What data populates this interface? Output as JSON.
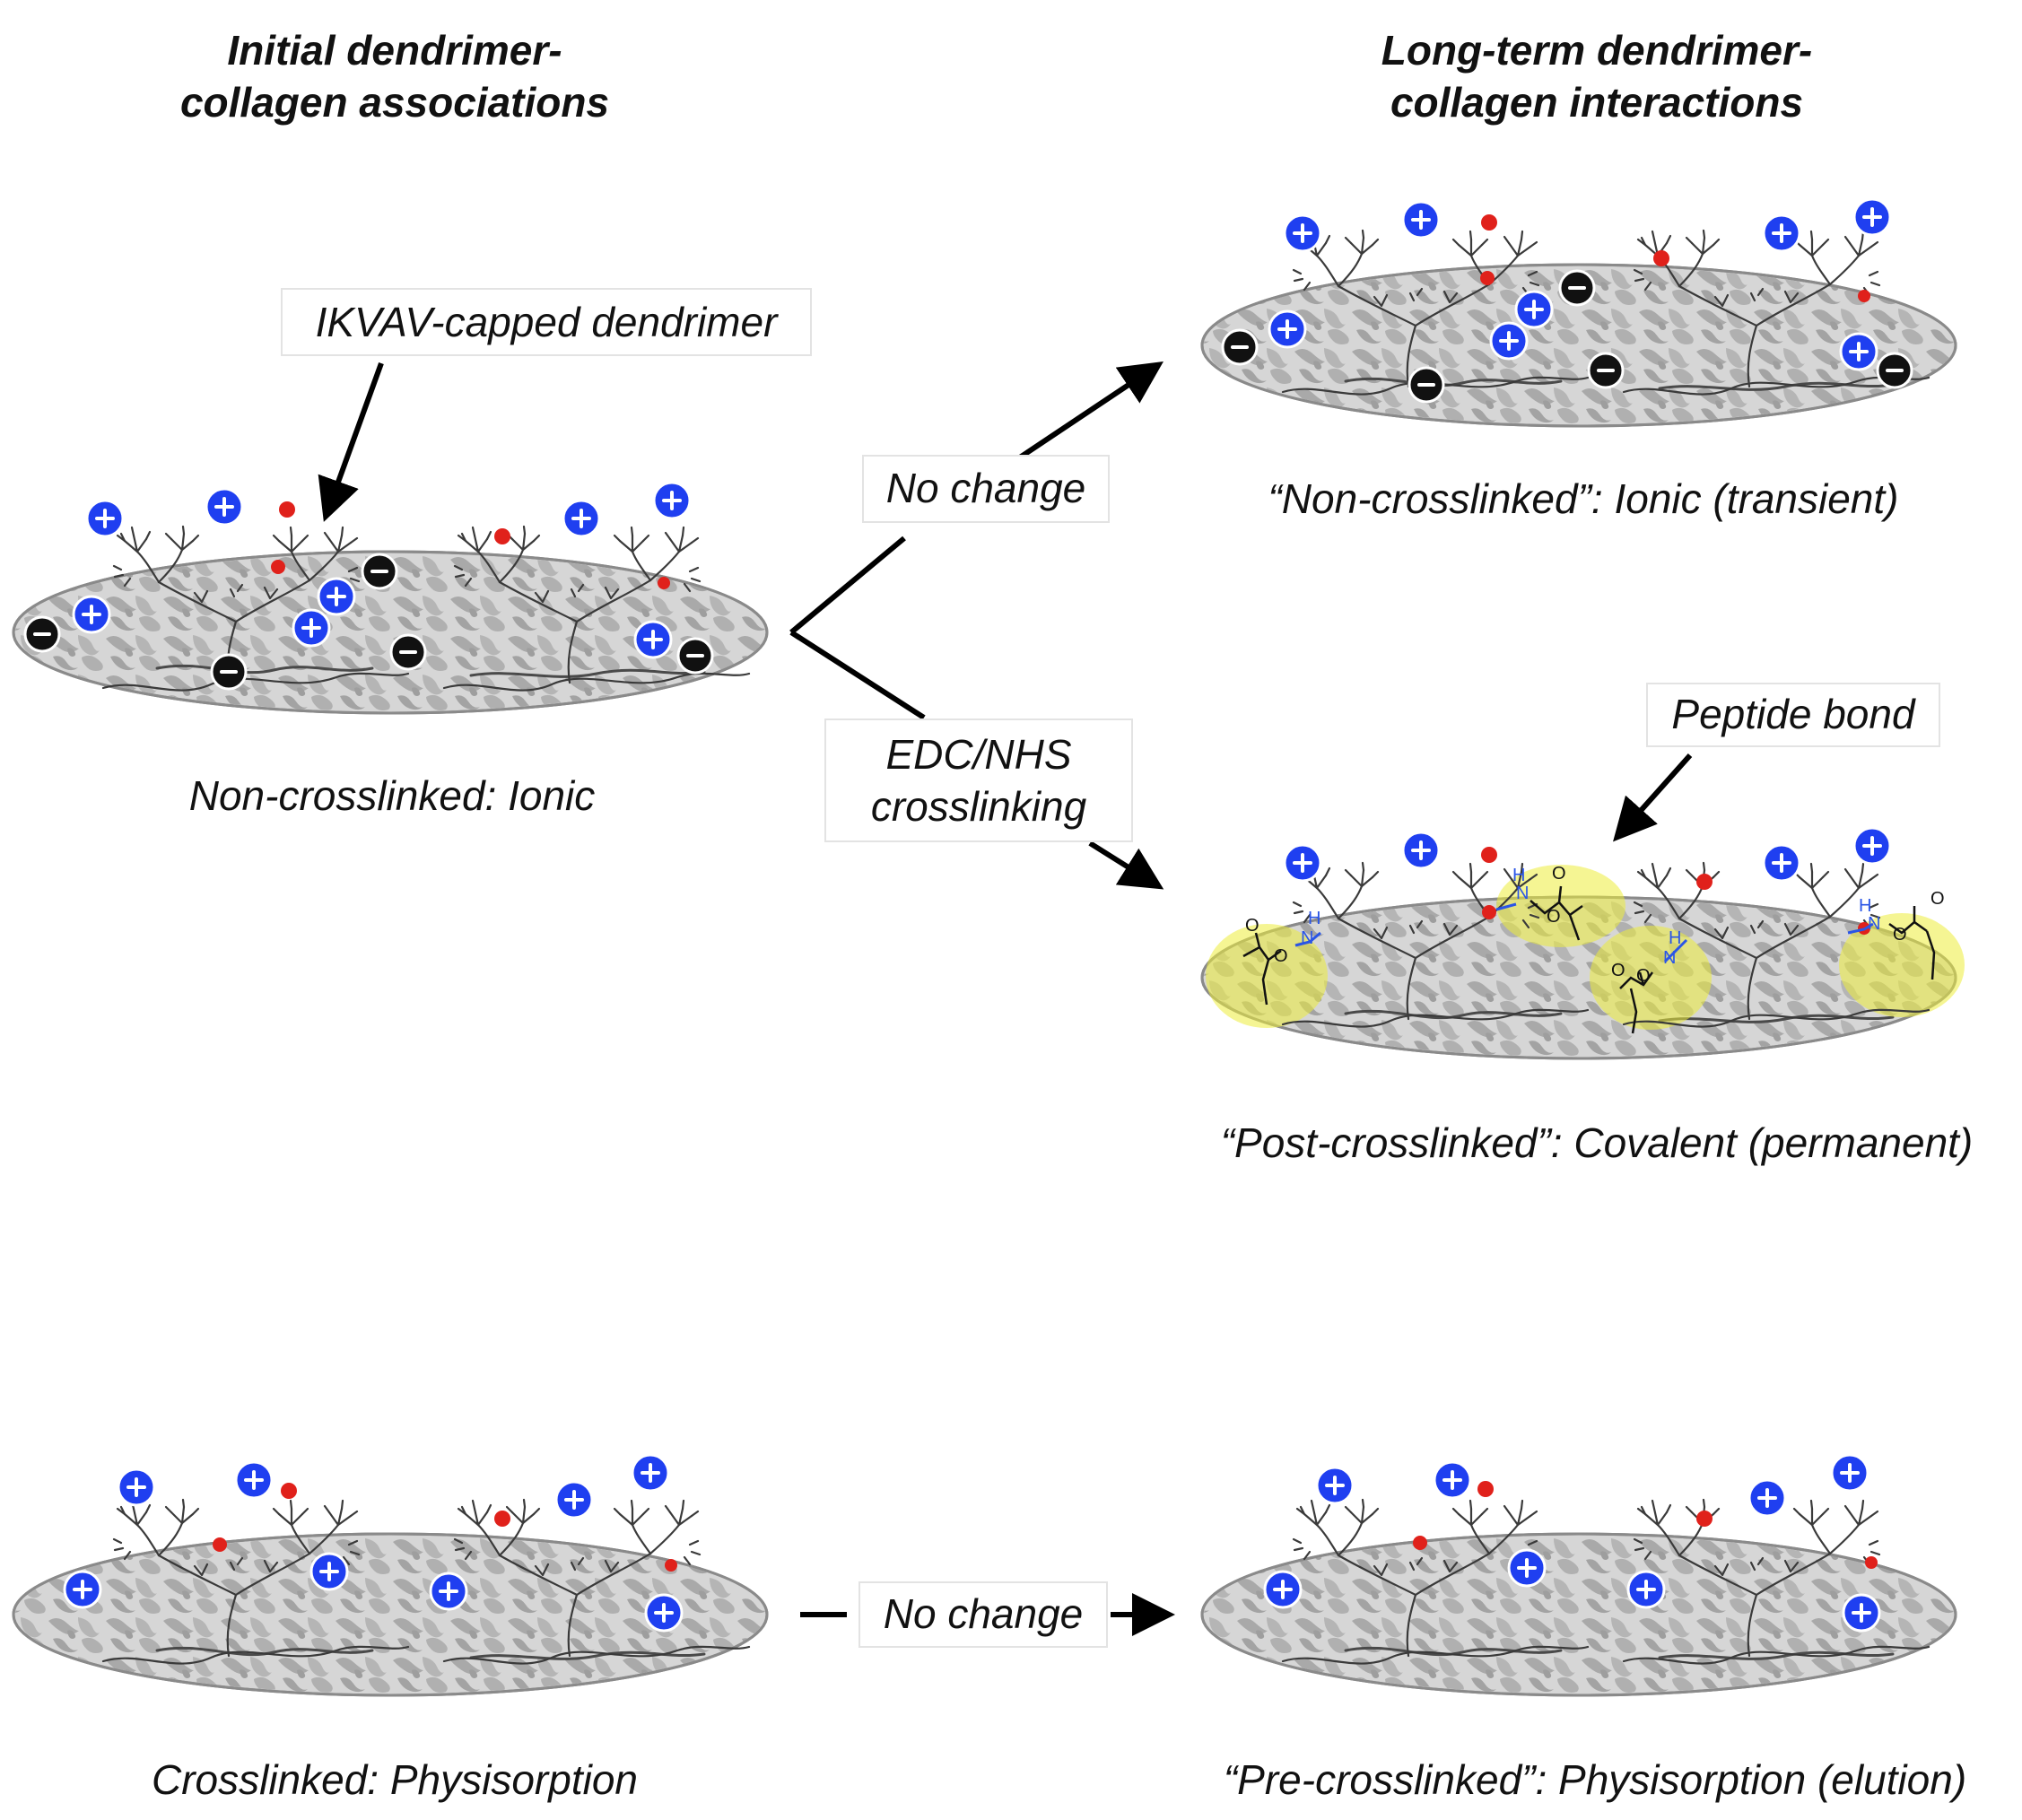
{
  "headers": {
    "left_line1": "Initial dendrimer-",
    "left_line2": "collagen associations",
    "right_line1": "Long-term dendrimer-",
    "right_line2": "collagen interactions"
  },
  "labels": {
    "ikvav": "IKVAV-capped dendrimer",
    "peptide": "Peptide bond",
    "no_change_top": "No change",
    "edc_line1": "EDC/NHS",
    "edc_line2": "crosslinking",
    "no_change_bottom": "No change"
  },
  "captions": {
    "non_crosslinked": "Non-crosslinked: Ionic",
    "non_crosslinked_long": "“Non-crosslinked”: Ionic (transient)",
    "post_crosslinked": "“Post-crosslinked”: Covalent (permanent)",
    "crosslinked": "Crosslinked: Physisorption",
    "pre_crosslinked": "“Pre-crosslinked”: Physisorption (elution)"
  },
  "atoms": {
    "nitrogen": "N",
    "hydrogen": "H",
    "oxygen": "O"
  },
  "charges": {
    "positive": "+",
    "negative": "−"
  },
  "colors": {
    "positive": "#1f3ff0",
    "negative": "#111111",
    "epitope": "#e0211b",
    "highlight": "#ecec3a",
    "collagen_fill": "#cfcfcf"
  },
  "panels": [
    {
      "id": "initial-ionic",
      "negative_charges": true,
      "crosslink_bonds": false
    },
    {
      "id": "long-term-ionic",
      "negative_charges": true,
      "crosslink_bonds": false
    },
    {
      "id": "post-crosslinked",
      "negative_charges": false,
      "crosslink_bonds": true
    },
    {
      "id": "crosslinked",
      "negative_charges": false,
      "crosslink_bonds": false
    },
    {
      "id": "pre-crosslinked",
      "negative_charges": false,
      "crosslink_bonds": false
    }
  ]
}
